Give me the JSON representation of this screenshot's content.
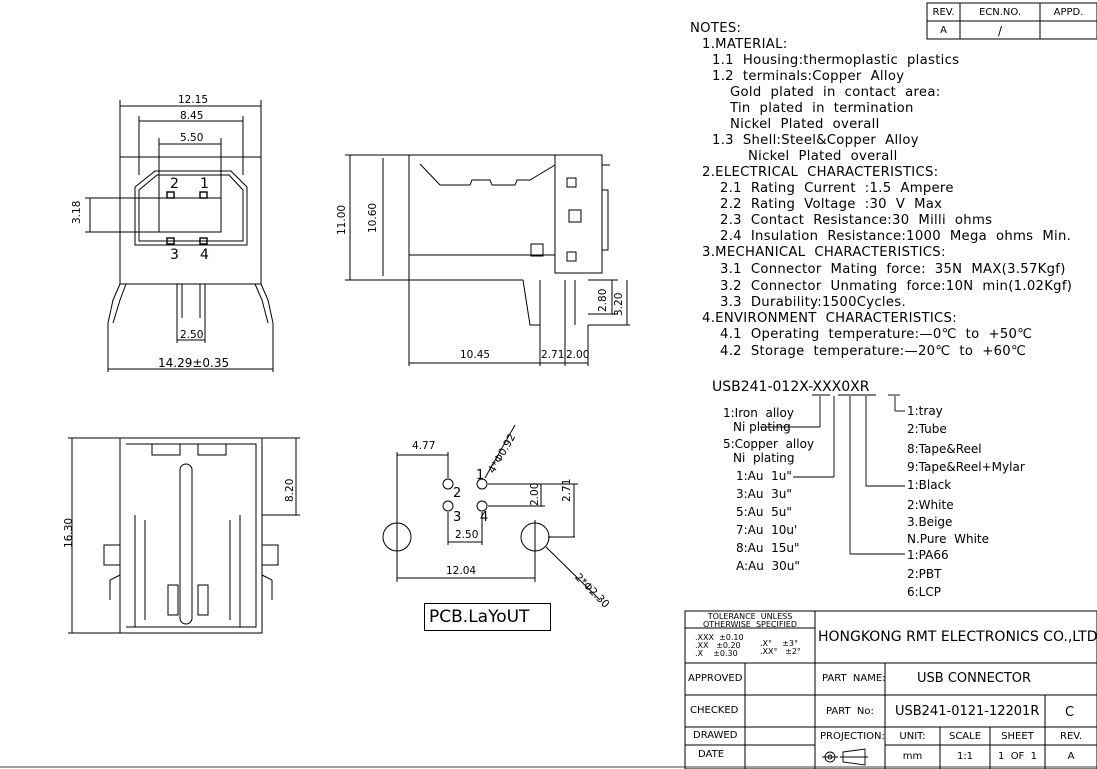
{
  "revision_table": {
    "headers": [
      "REV.",
      "ECN.NO.",
      "APPD."
    ],
    "row": [
      "A",
      "/",
      ""
    ]
  },
  "notes": [
    "NOTES:",
    "1.MATERIAL:",
    "1.1  Housing:thermoplastic  plastics",
    "1.2  terminals:Copper  Alloy",
    "Gold  plated  in  contact  area:",
    "Tin  plated  in  termination",
    "Nickel  Plated  overall",
    "1.3  Shell:Steel&Copper  Alloy",
    "Nickel  Plated  overall",
    "2.ELECTRICAL  CHARACTERISTICS:",
    "2.1  Rating  Current  :1.5  Ampere",
    "2.2  Rating  Voltage  :30  V  Max",
    "2.3  Contact  Resistance:30  Milli  ohms",
    "2.4  Insulation  Resistance:1000  Mega  ohms  Min.",
    "3.MECHANICAL  CHARACTERISTICS:",
    "3.1  Connector  Mating  force:  35N  MAX(3.57Kgf)",
    "3.2  Connector  Unmating  force:10N  min(1.02Kgf)",
    "3.3  Durability:1500Cycles.",
    "4.ENVIRONMENT  CHARACTERISTICS:",
    "4.1  Operating  temperature:—0℃  to  +50℃",
    "4.2  Storage  temperature:—20℃  to  +60℃"
  ],
  "part_number_code": {
    "code": "USB241-012X-XXX0XR",
    "shell_options": [
      "1:Iron  alloy",
      "Ni plating",
      "5:Copper  alloy",
      "Ni  plating"
    ],
    "plating_options": [
      "1:Au  1u\"",
      "3:Au  3u\"",
      "5:Au  5u\"",
      "7:Au  10u'",
      "8:Au  15u\"",
      "A:Au  30u\""
    ],
    "packing_options": [
      "1:tray",
      "2:Tube",
      "8:Tape&Reel",
      "9:Tape&Reel+Mylar"
    ],
    "color_options": [
      "1:Black",
      "2:White",
      "3.Beige",
      "N.Pure  White"
    ],
    "material_options": [
      "1:PA66",
      "2:PBT",
      "6:LCP"
    ]
  },
  "front_view": {
    "dims": [
      "12.15",
      "8.45",
      "5.50",
      "3.18",
      "2.50",
      "14.29±0.35"
    ],
    "pins": [
      "2",
      "1",
      "3",
      "4"
    ]
  },
  "side_view": {
    "dims": [
      "11.00",
      "10.60",
      "10.45",
      "2.71",
      "2.00",
      "2.80",
      "3.20"
    ]
  },
  "bottom_view": {
    "dims": [
      "16.30",
      "8.20"
    ]
  },
  "pcb_layout": {
    "label": "PCB.LaYoUT",
    "dims": [
      "4.77",
      "4*Φ0.92",
      "2.00",
      "2.71",
      "2.50",
      "12.04",
      "2*Φ2.30"
    ],
    "pins": [
      "2",
      "1",
      "3",
      "4"
    ]
  },
  "title_block": {
    "tolerance_title": [
      "TOLERANCE  UNLESS",
      "OTHERWISE  SPECIFIED"
    ],
    "tolerances_linear": [
      ".XXX  ±0.10",
      ".XX   ±0.20",
      ".X    ±0.30"
    ],
    "tolerances_angle": [
      ".X°    ±3°",
      ".XX°   ±2°"
    ],
    "company": "HONGKONG RMT ELECTRONICS CO.,LTD.",
    "approved_label": "APPROVED",
    "checked_label": "CHECKED",
    "drawed_label": "DRAWED",
    "date_label": "DATE",
    "part_name_label": "PART  NAME:",
    "part_name": "USB CONNECTOR",
    "part_no_label": "PART  No:",
    "part_no": "USB241-0121-12201R",
    "part_no_rev": "C",
    "projection_label": "PROJECTION:",
    "unit_label": "UNIT:",
    "unit": "mm",
    "scale_label": "SCALE",
    "scale": "1:1",
    "sheet_label": "SHEET",
    "sheet": "1  OF  1",
    "rev_label": "REV.",
    "rev": "A"
  }
}
